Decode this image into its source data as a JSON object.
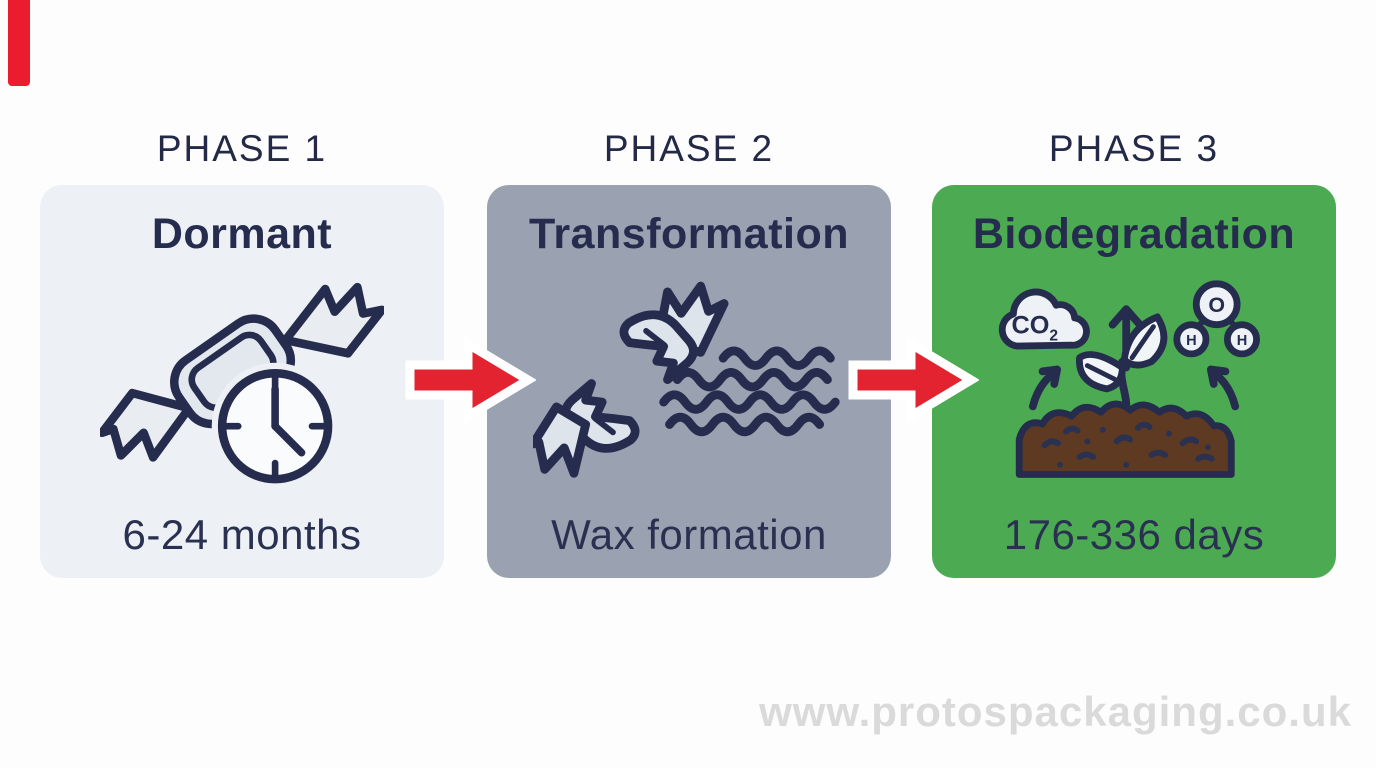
{
  "page": {
    "background_color": "#fdfdfd",
    "watermark": "www.protospackaging.co.uk",
    "watermark_color": "#dadada"
  },
  "corner_marker": {
    "color": "#ea1c2e"
  },
  "colors": {
    "text_navy": "#262c4d",
    "phase_label_color": "#232946",
    "arrow_red": "#e32330",
    "arrow_outline": "#ffffff",
    "panel1_bg": "#edf1f5",
    "panel2_bg": "#9aa2b1",
    "panel3_bg": "#4caa53",
    "soil_brown": "#5d3a21",
    "icon_light_fill": "#e9edf2"
  },
  "phases": [
    {
      "label": "PHASE 1",
      "title": "Dormant",
      "caption": "6-24 months",
      "icon": "wrapped-candy-with-clock"
    },
    {
      "label": "PHASE 2",
      "title": "Transformation",
      "caption": "Wax formation",
      "icon": "broken-candy-with-wax-waves"
    },
    {
      "label": "PHASE 3",
      "title": "Biodegradation",
      "caption": "176-336 days",
      "icon": "co2-cloud-sprout-soil-water-molecule"
    }
  ],
  "molecule_labels": {
    "co": "CO",
    "co_subscript": "2",
    "oxygen": "O",
    "hydrogen_left": "H",
    "hydrogen_right": "H"
  }
}
